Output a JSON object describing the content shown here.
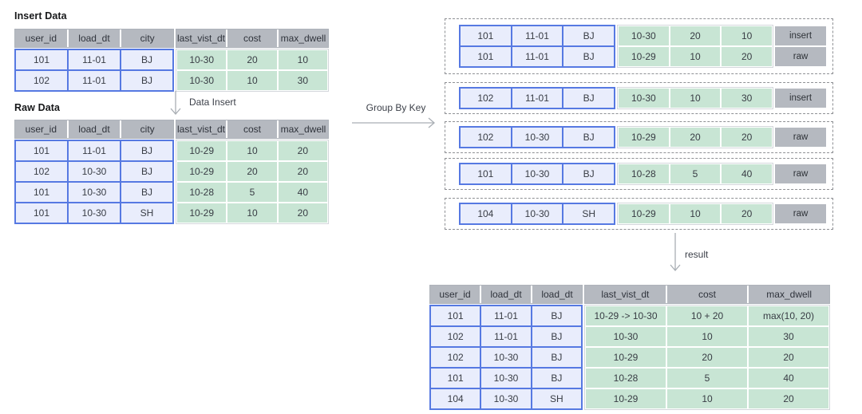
{
  "titles": {
    "insert_data": "Insert Data",
    "raw_data": "Raw Data"
  },
  "labels": {
    "data_insert": "Data Insert",
    "group_by_key": "Group By Key",
    "result": "result"
  },
  "colors": {
    "header_fill": "#b5b9c0",
    "key_fill": "#e9edfc",
    "key_border": "#5679e2",
    "value_fill": "#c8e5d4",
    "tag_fill": "#b5b9c0",
    "dashed_border": "#8e9094",
    "arrow": "#a9aeb4"
  },
  "insert_table": {
    "key_headers": [
      "user_id",
      "load_dt",
      "city"
    ],
    "value_headers": [
      "last_vist_dt",
      "cost",
      "max_dwell"
    ],
    "rows": [
      {
        "key": [
          "101",
          "11-01",
          "BJ"
        ],
        "value": [
          "10-30",
          "20",
          "10"
        ]
      },
      {
        "key": [
          "102",
          "11-01",
          "BJ"
        ],
        "value": [
          "10-30",
          "10",
          "30"
        ]
      }
    ]
  },
  "raw_table": {
    "key_headers": [
      "user_id",
      "load_dt",
      "city"
    ],
    "value_headers": [
      "last_vist_dt",
      "cost",
      "max_dwell"
    ],
    "rows": [
      {
        "key": [
          "101",
          "11-01",
          "BJ"
        ],
        "value": [
          "10-29",
          "10",
          "20"
        ]
      },
      {
        "key": [
          "102",
          "10-30",
          "BJ"
        ],
        "value": [
          "10-29",
          "20",
          "20"
        ]
      },
      {
        "key": [
          "101",
          "10-30",
          "BJ"
        ],
        "value": [
          "10-28",
          "5",
          "40"
        ]
      },
      {
        "key": [
          "101",
          "10-30",
          "SH"
        ],
        "value": [
          "10-29",
          "10",
          "20"
        ]
      }
    ]
  },
  "groups": [
    {
      "rows": [
        {
          "key": [
            "101",
            "11-01",
            "BJ"
          ],
          "value": [
            "10-30",
            "20",
            "10"
          ],
          "tag": "insert"
        },
        {
          "key": [
            "101",
            "11-01",
            "BJ"
          ],
          "value": [
            "10-29",
            "10",
            "20"
          ],
          "tag": "raw"
        }
      ]
    },
    {
      "rows": [
        {
          "key": [
            "102",
            "11-01",
            "BJ"
          ],
          "value": [
            "10-30",
            "10",
            "30"
          ],
          "tag": "insert"
        }
      ]
    },
    {
      "rows": [
        {
          "key": [
            "102",
            "10-30",
            "BJ"
          ],
          "value": [
            "10-29",
            "20",
            "20"
          ],
          "tag": "raw"
        }
      ]
    },
    {
      "rows": [
        {
          "key": [
            "101",
            "10-30",
            "BJ"
          ],
          "value": [
            "10-28",
            "5",
            "40"
          ],
          "tag": "raw"
        }
      ]
    },
    {
      "rows": [
        {
          "key": [
            "104",
            "10-30",
            "SH"
          ],
          "value": [
            "10-29",
            "10",
            "20"
          ],
          "tag": "raw"
        }
      ]
    }
  ],
  "result_table": {
    "key_headers": [
      "user_id",
      "load_dt",
      "load_dt"
    ],
    "value_headers": [
      "last_vist_dt",
      "cost",
      "max_dwell"
    ],
    "rows": [
      {
        "key": [
          "101",
          "11-01",
          "BJ"
        ],
        "value": [
          "10-29 -> 10-30",
          "10 + 20",
          "max(10, 20)"
        ]
      },
      {
        "key": [
          "102",
          "11-01",
          "BJ"
        ],
        "value": [
          "10-30",
          "10",
          "30"
        ]
      },
      {
        "key": [
          "102",
          "10-30",
          "BJ"
        ],
        "value": [
          "10-29",
          "20",
          "20"
        ]
      },
      {
        "key": [
          "101",
          "10-30",
          "BJ"
        ],
        "value": [
          "10-28",
          "5",
          "40"
        ]
      },
      {
        "key": [
          "104",
          "10-30",
          "SH"
        ],
        "value": [
          "10-29",
          "10",
          "20"
        ]
      }
    ]
  }
}
